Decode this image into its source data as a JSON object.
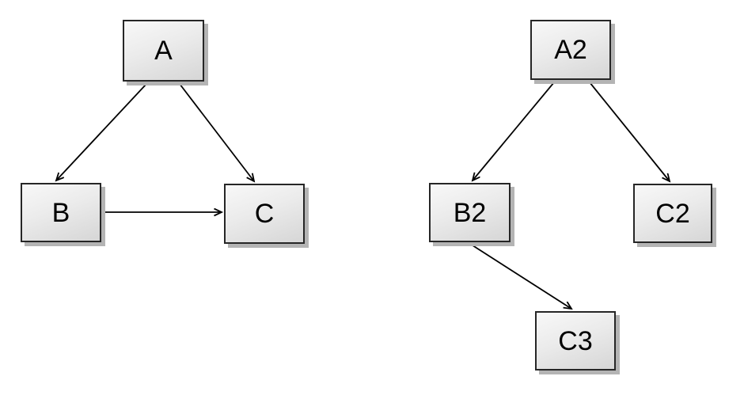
{
  "diagram": {
    "background_color": "#ffffff",
    "node_fill_top": "#f8f8f8",
    "node_fill_bottom": "#d6d6d6",
    "node_border_color": "#262626",
    "node_shadow_color": "#b4b4b4",
    "edge_color": "#000000",
    "graphs": [
      {
        "name": "left-graph",
        "nodes": [
          {
            "id": "A",
            "label": "A"
          },
          {
            "id": "B",
            "label": "B"
          },
          {
            "id": "C",
            "label": "C"
          }
        ],
        "edges": [
          {
            "from": "A",
            "to": "B"
          },
          {
            "from": "A",
            "to": "C"
          },
          {
            "from": "B",
            "to": "C"
          }
        ]
      },
      {
        "name": "right-graph",
        "nodes": [
          {
            "id": "A2",
            "label": "A2"
          },
          {
            "id": "B2",
            "label": "B2"
          },
          {
            "id": "C2",
            "label": "C2"
          },
          {
            "id": "C3",
            "label": "C3"
          }
        ],
        "edges": [
          {
            "from": "A2",
            "to": "B2"
          },
          {
            "from": "A2",
            "to": "C2"
          },
          {
            "from": "B2",
            "to": "C3"
          }
        ]
      }
    ]
  }
}
